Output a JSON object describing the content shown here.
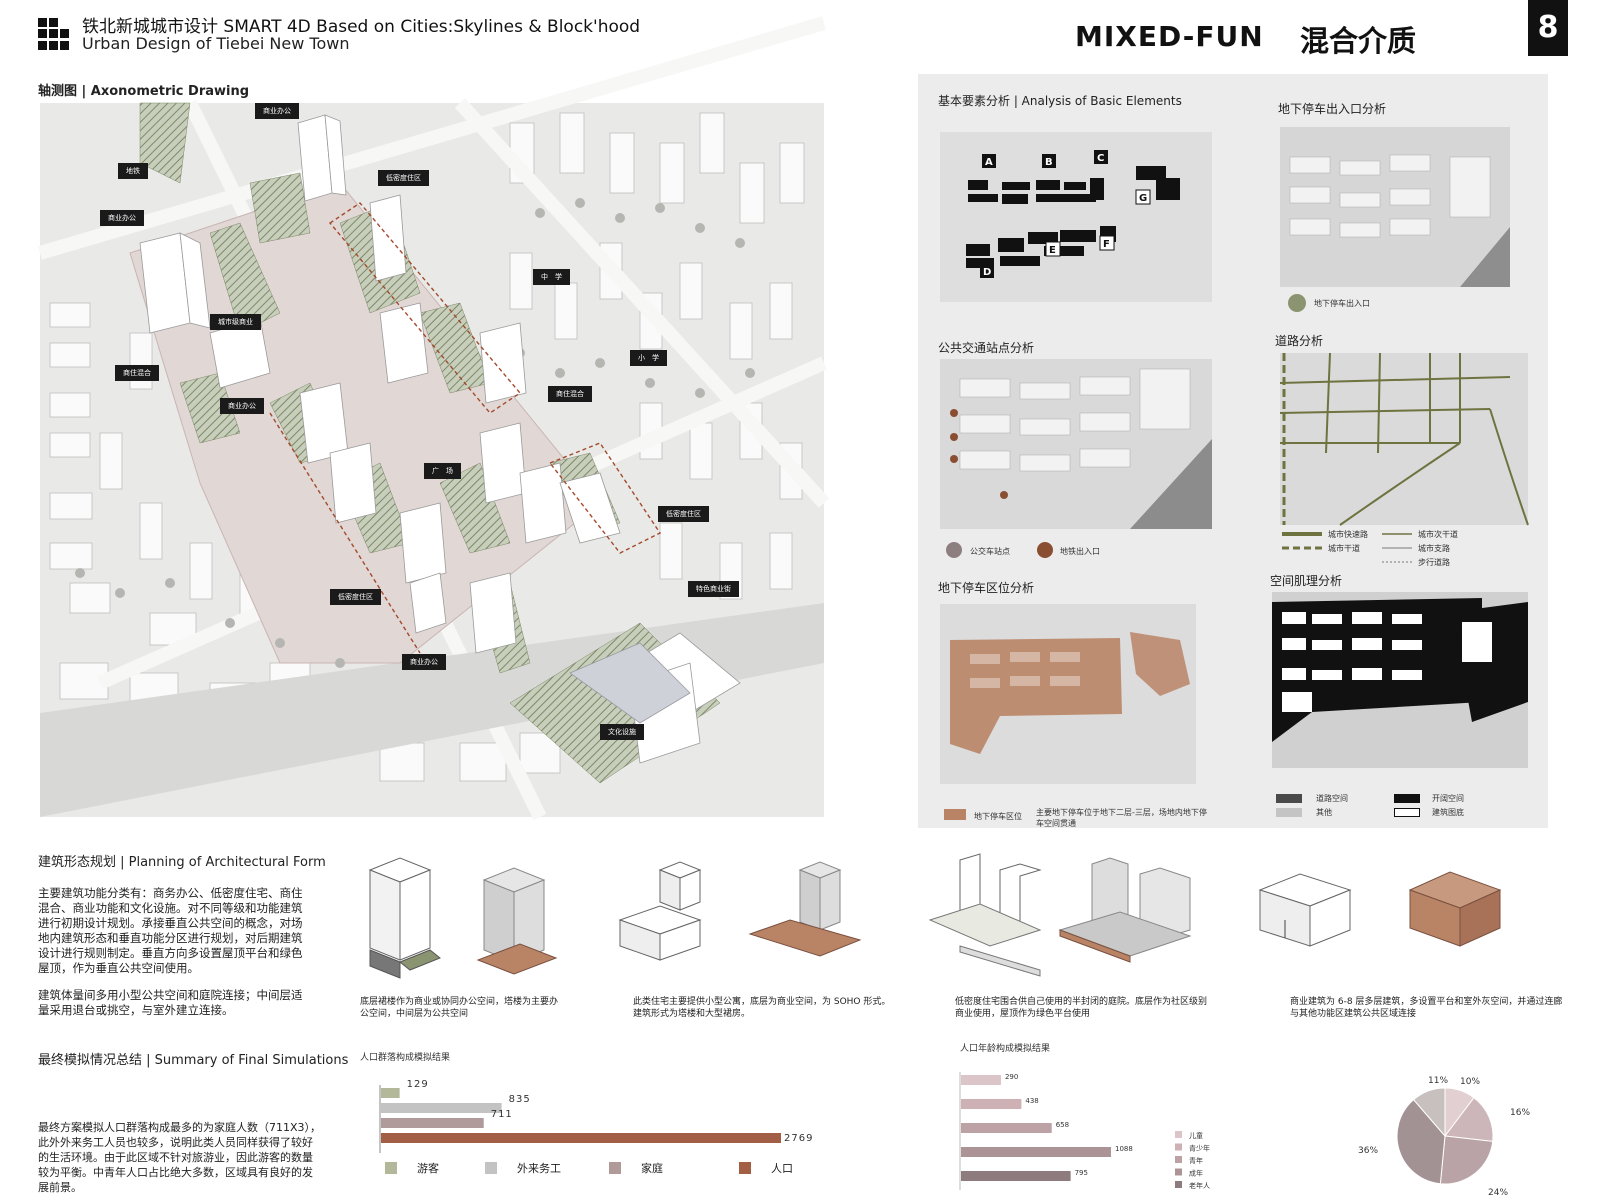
{
  "header": {
    "title_line1": "铁北新城城市设计  SMART 4D Based on Cities:Skylines & Block'hood",
    "title_line2": "Urban Design of Tiebei New Town",
    "theme_en": "MIXED-FUN",
    "theme_cn": "混合介质",
    "page_number": "8"
  },
  "axono": {
    "title": "轴测图 | Axonometric Drawing",
    "labels": [
      "商业办公",
      "地铁",
      "商业办公",
      "低密度住区",
      "城市级商业",
      "商住混合",
      "商业办公",
      "中　学",
      "小　学",
      "商住混合",
      "广　场",
      "低密度住区",
      "低密度住区",
      "特色商业街",
      "商业办公",
      "文化设施"
    ]
  },
  "analysis": {
    "basic": {
      "title": "基本要素分析 | Analysis of Basic Elements",
      "letters": [
        "A",
        "B",
        "C",
        "G",
        "E",
        "F",
        "D"
      ]
    },
    "underground_entry": {
      "title": "地下停车出入口分析",
      "legend": "地下停车出入口",
      "legend_color": "#8a9470"
    },
    "transit": {
      "title": "公共交通站点分析",
      "legend_bus": "公交车站点",
      "legend_metro": "地铁出入口",
      "bus_color": "#8d7f80",
      "metro_color": "#8a4e32"
    },
    "road": {
      "title": "道路分析",
      "legend": [
        "城市快速路",
        "城市干道",
        "城市次干道",
        "城市支路",
        "步行道路"
      ],
      "road_color": "#6e7340"
    },
    "parking": {
      "title": "地下停车区位分析",
      "legend_zone": "地下停车区位",
      "legend_note_1": "主要地下停车位于地下二层-三层，场地内地下停",
      "legend_note_2": "车空间贯通",
      "zone_color": "#b98466"
    },
    "texture": {
      "title": "空间肌理分析",
      "legend": [
        "道路空间",
        "开阔空间",
        "其他",
        "建筑图底"
      ]
    }
  },
  "architecture": {
    "title": "建筑形态规划 | Planning of Architectural Form",
    "para1": [
      "主要建筑功能分类有：商务办公、低密度住宅、商住",
      "混合、商业功能和文化设施。对不同等级和功能建筑",
      "进行初期设计规划。承接垂直公共空间的概念，对场",
      "地内建筑形态和垂直功能分区进行规划，对后期建筑",
      "设计进行规则制定。垂直方向多设置屋顶平台和绿色",
      "屋顶，作为垂直公共空间使用。"
    ],
    "para2": [
      "建筑体量间多用小型公共空间和庭院连接；中间层适",
      "量采用退台或挑空，与室外建立连接。"
    ],
    "captions": [
      [
        "底层裙楼作为商业或协同办公空间，塔楼为主要办",
        "公空间，中间层为公共空间"
      ],
      [
        "此类住宅主要提供小型公寓，底层为商业空间，为 SOHO 形式。",
        "建筑形式为塔楼和大型裙房。"
      ],
      [
        "低密度住宅围合供自己使用的半封闭的庭院。底层作为社区级别",
        "商业使用，屋顶作为绿色平台使用"
      ],
      [
        "商业建筑为 6-8 层多层建筑，多设置平台和室外灰空间，并通过连廊",
        "与其他功能区建筑公共区域连接"
      ]
    ]
  },
  "summary": {
    "title": "最终模拟情况总结 | Summary of Final Simulations",
    "para": [
      "最终方案模拟人口群落构成最多的为家庭人数（711X3），",
      "此外外来务工人员也较多，说明此类人员同样获得了较好",
      "的生活环境。由于此区域不针对旅游业，因此游客的数量",
      "较为平衡。中青年人口占比绝大多数，区域具有良好的发",
      "展前景。"
    ]
  },
  "chart_data": [
    {
      "type": "bar",
      "title": "人口群落构成模拟结果",
      "orientation": "horizontal",
      "categories": [
        "游客",
        "外来务工",
        "家庭",
        "人口"
      ],
      "values": [
        129,
        835,
        711,
        2769
      ],
      "colors": [
        "#b3b89b",
        "#c3c3c3",
        "#b09a9a",
        "#a25f46"
      ],
      "legend_position": "bottom"
    },
    {
      "type": "bar",
      "title": "人口年龄构成模拟结果",
      "orientation": "horizontal",
      "categories": [
        "儿童",
        "青少年",
        "青年",
        "成年",
        "老年人"
      ],
      "values": [
        290,
        438,
        658,
        1088,
        795
      ],
      "colors": [
        "#dcc5c8",
        "#cdb1b4",
        "#bca2a5",
        "#ac9496",
        "#8e7b7d"
      ],
      "legend_position": "right"
    },
    {
      "type": "pie",
      "labels": [
        "10%",
        "16%",
        "24%",
        "36%",
        "11%"
      ],
      "values": [
        10,
        16,
        24,
        36,
        11
      ],
      "colors": [
        "#e2cfd2",
        "#cdb6b9",
        "#b9a3a6",
        "#a39293",
        "#c8c0bf"
      ]
    }
  ]
}
